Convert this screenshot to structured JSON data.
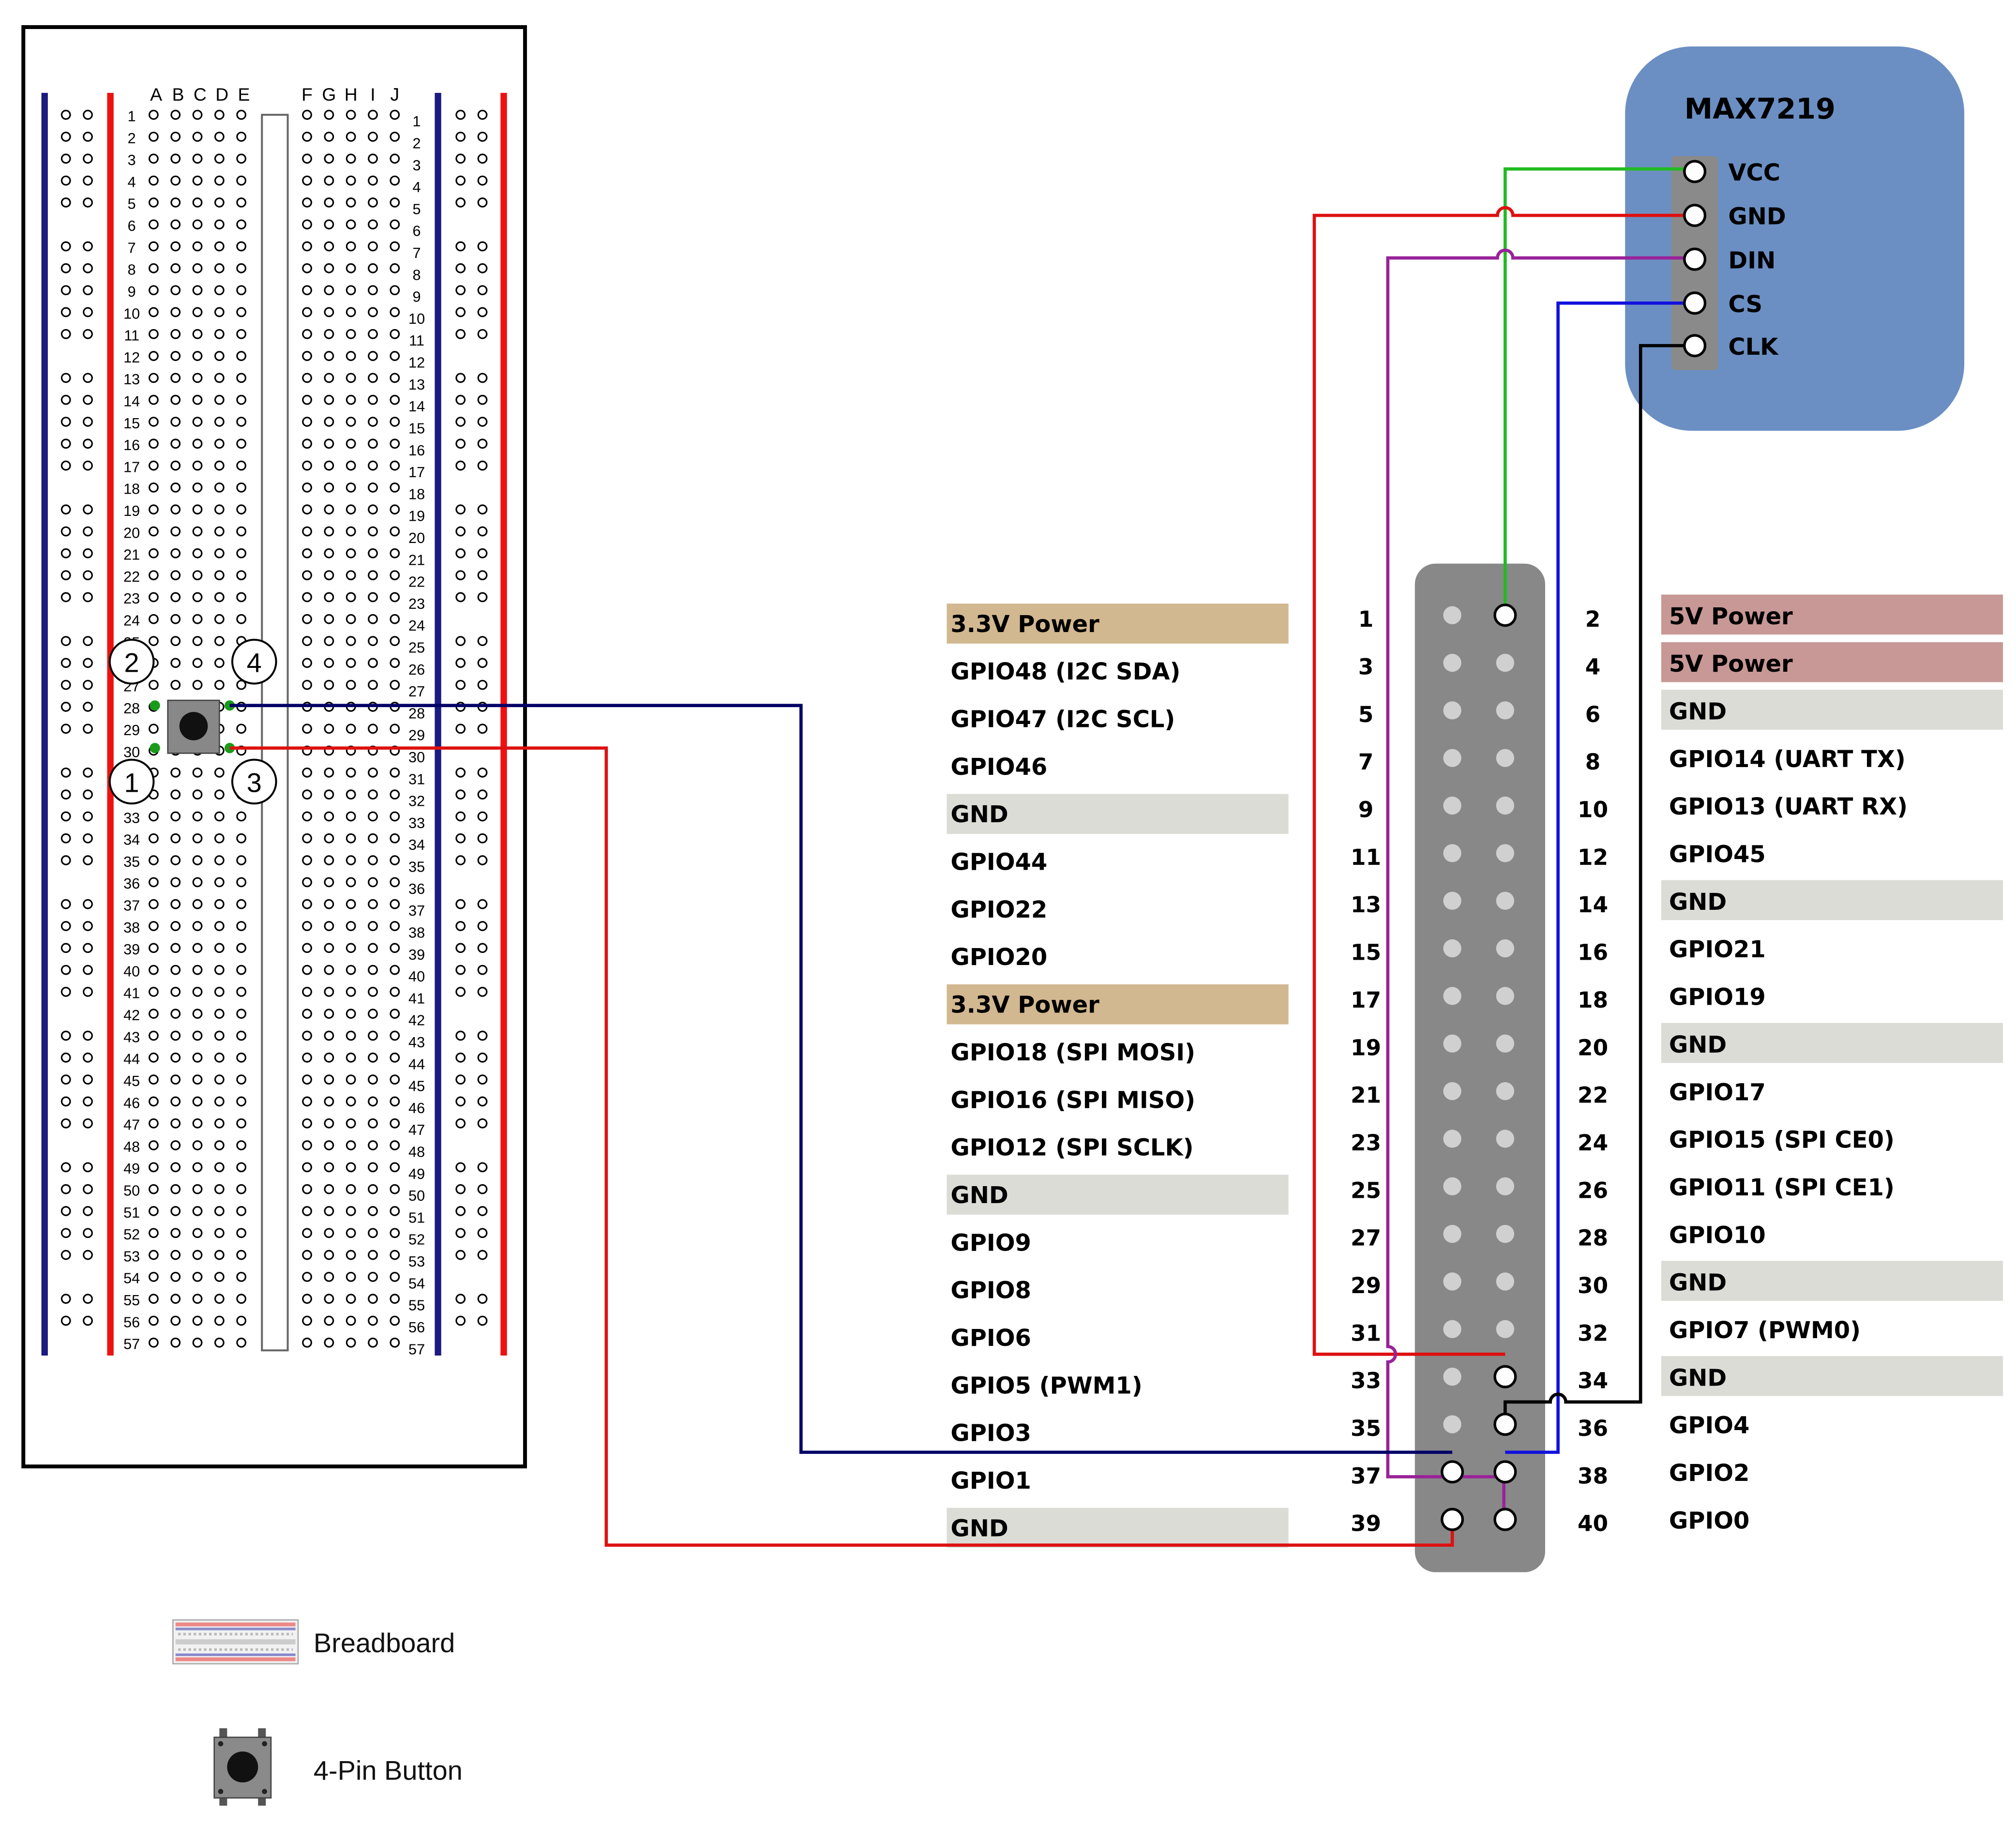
{
  "breadboard": {
    "column_letters_left": [
      "A",
      "B",
      "C",
      "D",
      "E"
    ],
    "column_letters_right": [
      "F",
      "G",
      "H",
      "I",
      "J"
    ],
    "row_count": 57,
    "button_pin_labels": [
      "1",
      "2",
      "3",
      "4"
    ]
  },
  "max7219": {
    "title": "MAX7219",
    "pins": [
      "VCC",
      "GND",
      "DIN",
      "CS",
      "CLK"
    ],
    "color": "#6b8fc3"
  },
  "header": {
    "left_labels": [
      {
        "text": "3.3V Power",
        "type": "power33"
      },
      {
        "text": "GPIO48 (I2C SDA)",
        "type": "plain"
      },
      {
        "text": "GPIO47 (I2C SCL)",
        "type": "plain"
      },
      {
        "text": "GPIO46",
        "type": "plain"
      },
      {
        "text": "GND",
        "type": "gnd"
      },
      {
        "text": "GPIO44",
        "type": "plain"
      },
      {
        "text": "GPIO22",
        "type": "plain"
      },
      {
        "text": "GPIO20",
        "type": "plain"
      },
      {
        "text": "3.3V Power",
        "type": "power33"
      },
      {
        "text": "GPIO18 (SPI MOSI)",
        "type": "plain"
      },
      {
        "text": "GPIO16 (SPI MISO)",
        "type": "plain"
      },
      {
        "text": "GPIO12 (SPI SCLK)",
        "type": "plain"
      },
      {
        "text": "GND",
        "type": "gnd"
      },
      {
        "text": "GPIO9",
        "type": "plain"
      },
      {
        "text": "GPIO8",
        "type": "plain"
      },
      {
        "text": "GPIO6",
        "type": "plain"
      },
      {
        "text": "GPIO5 (PWM1)",
        "type": "plain"
      },
      {
        "text": "GPIO3",
        "type": "plain"
      },
      {
        "text": "GPIO1",
        "type": "plain"
      },
      {
        "text": "GND",
        "type": "gnd"
      }
    ],
    "right_labels": [
      {
        "text": "5V Power",
        "type": "power5"
      },
      {
        "text": "5V Power",
        "type": "power5"
      },
      {
        "text": "GND",
        "type": "gnd"
      },
      {
        "text": "GPIO14 (UART TX)",
        "type": "plain"
      },
      {
        "text": "GPIO13 (UART RX)",
        "type": "plain"
      },
      {
        "text": "GPIO45",
        "type": "plain"
      },
      {
        "text": "GND",
        "type": "gnd"
      },
      {
        "text": "GPIO21",
        "type": "plain"
      },
      {
        "text": "GPIO19",
        "type": "plain"
      },
      {
        "text": "GND",
        "type": "gnd"
      },
      {
        "text": "GPIO17",
        "type": "plain"
      },
      {
        "text": "GPIO15 (SPI CE0)",
        "type": "plain"
      },
      {
        "text": "GPIO11 (SPI CE1)",
        "type": "plain"
      },
      {
        "text": "GPIO10",
        "type": "plain"
      },
      {
        "text": "GND",
        "type": "gnd"
      },
      {
        "text": "GPIO7 (PWM0)",
        "type": "plain"
      },
      {
        "text": "GND",
        "type": "gnd"
      },
      {
        "text": "GPIO4",
        "type": "plain"
      },
      {
        "text": "GPIO2",
        "type": "plain"
      },
      {
        "text": "GPIO0",
        "type": "plain"
      }
    ],
    "pin_numbers_left": [
      "1",
      "3",
      "5",
      "7",
      "9",
      "11",
      "13",
      "15",
      "17",
      "19",
      "21",
      "23",
      "25",
      "27",
      "29",
      "31",
      "33",
      "35",
      "37",
      "39"
    ],
    "pin_numbers_right": [
      "2",
      "4",
      "6",
      "8",
      "10",
      "12",
      "14",
      "16",
      "18",
      "20",
      "22",
      "24",
      "26",
      "28",
      "30",
      "32",
      "34",
      "36",
      "38",
      "40"
    ]
  },
  "legend": [
    {
      "text": "Breadboard",
      "icon": "breadboard-icon"
    },
    {
      "text": "4-Pin Button",
      "icon": "button-icon"
    }
  ],
  "colors": {
    "power33": "#d2b890",
    "power5": "#c89896",
    "gnd": "#dcdcd6",
    "header_body": "#888888",
    "wire_green": "#22bb22",
    "wire_red": "#dd1111",
    "wire_purple": "#992299",
    "wire_blue": "#1111dd",
    "wire_navy": "#000066",
    "wire_black": "#000000"
  }
}
